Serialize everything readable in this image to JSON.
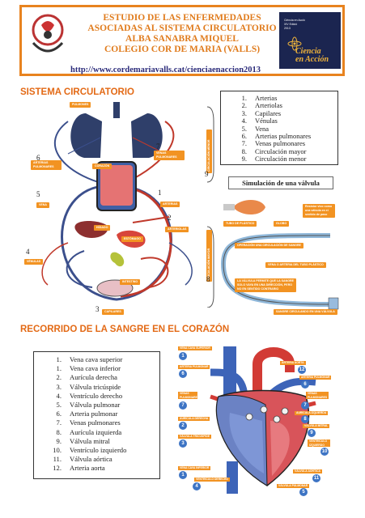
{
  "header": {
    "title_lines": [
      "ESTUDIO DE LAS ENFERMEDADES",
      "ASOCIADAS  AL SISTEMA CIRCULATORIO",
      "ALBA SANABRA MIQUEL",
      "COLEGIO COR DE MARIA (VALLS)"
    ],
    "url": "http://www.cordemariavalls.cat/cienciaenaccion2013",
    "badge_small_text": [
      "Ciència en Acció",
      "XIV Edició",
      "2013"
    ],
    "badge_brand": [
      "Ciencia",
      "en Acción"
    ]
  },
  "section1": {
    "title": "SISTEMA CIRCULATORIO",
    "diagram_tags": {
      "pulmones": "PULMONES",
      "arterias_pulmonares": "ARTERIAS PULMONARES",
      "venas_pulmonares": "VENAS PULMONARES",
      "corazon": "CORAZÓN",
      "vena": "VENA",
      "arterias": "ARTERIAS",
      "arteriolas": "ARTERIOLAS",
      "higado": "HÍGADO",
      "estomago": "ESTÓMAGO",
      "venulas": "VÉNULAS",
      "intestino": "INTESTINO",
      "capilares": "CAPILARES",
      "circ_menor": "CIRCULACIÓN MENOR",
      "circ_mayor": "CIRCULACIÓN MAYOR"
    },
    "numbers": {
      "n1": "1",
      "n2": "2",
      "n3": "3",
      "n4": "4",
      "n5": "5",
      "n6": "6",
      "n7": "7",
      "n8": "8",
      "n9": "9"
    },
    "legend": [
      {
        "n": "1.",
        "label": "Arterias"
      },
      {
        "n": "2.",
        "label": "Arteriolas"
      },
      {
        "n": "3.",
        "label": "Capilares"
      },
      {
        "n": "4.",
        "label": "Vénulas"
      },
      {
        "n": "5.",
        "label": "Vena"
      },
      {
        "n": "6.",
        "label": "Arterias pulmonares"
      },
      {
        "n": "7.",
        "label": "Venas pulmonares"
      },
      {
        "n": "8.",
        "label": "Circulación mayor"
      },
      {
        "n": "9.",
        "label": "Circulación menor"
      }
    ],
    "valve_title": "Simulación de una válvula",
    "valve_tags": {
      "tubo": "TUBO DE PLÁSTICO",
      "globo": "GLOBO",
      "resistor": "Resistor vivo como una válvula en el sentido de paso",
      "operacion": "OPERACIÓN UNA CIRCULACIÓN DE SANGRE",
      "vena_tubo": "VENA O ARTERIA DEL TUBO PLÁSTICO",
      "valvula": "LA VÁLVULA PERMITE QUE LA SANGRE SOLO VAYA EN UNA DIRECCIÓN, PERO NO EN SENTIDO CONTRARIO",
      "sangre": "SANGRE CIRCULANDO EN UNA VÁLVULA"
    }
  },
  "section2": {
    "title": "RECORRIDO DE LA SANGRE EN EL CORAZÓN",
    "legend": [
      {
        "n": "1.",
        "label": "Vena cava superior"
      },
      {
        "n": "1.",
        "label": "Vena cava inferior"
      },
      {
        "n": "2.",
        "label": "Aurícula derecha"
      },
      {
        "n": "3.",
        "label": "Válvula tricúspide"
      },
      {
        "n": "4.",
        "label": "Ventrículo derecho"
      },
      {
        "n": "5.",
        "label": "Válvula pulmonar"
      },
      {
        "n": "6.",
        "label": "Arteria pulmonar"
      },
      {
        "n": "7.",
        "label": "Venas pulmonares"
      },
      {
        "n": "8.",
        "label": "Aurícula izquierda"
      },
      {
        "n": "9.",
        "label": "Válvula mitral"
      },
      {
        "n": "10.",
        "label": "Ventrículo izquierdo"
      },
      {
        "n": "11.",
        "label": "Válvula aórtica"
      },
      {
        "n": "12.",
        "label": "Arteria aorta"
      }
    ],
    "heart_tags": {
      "vcs": "VENA CAVA SUPERIOR",
      "art_pulm_l": "ARTERIA PULMONAR",
      "venas_pulm_l": "VENAS PULMONARES",
      "aur_der": "AURÍCULA DERECHA",
      "valv_tric": "VÁLVULA TRICÚSPIDE",
      "vci": "VENA CAVA INFERIOR",
      "vent_der": "VENTRÍCULO DERECHO",
      "art_aorta": "ARTERIA AORTA",
      "art_pulm_r": "ARTERIA PULMONAR",
      "venas_pulm_r": "VENAS PULMONARES",
      "aur_izq": "AURÍCULA IZQUIERDA",
      "valv_mitral": "VÁLVULA MITRAL",
      "vent_izq": "VENTRÍCULO IZQUIERDO",
      "valv_aortica": "VÁLVULA AÓRTICA",
      "valv_pulm": "VÁLVULA PULMONAR"
    },
    "circle_numbers": {
      "c1a": "1",
      "c6": "6",
      "c7l": "7",
      "c2": "2",
      "c3": "3",
      "c1b": "1",
      "c4": "4",
      "c12": "12",
      "c6r": "6",
      "c7r": "7",
      "c8": "8",
      "c9": "9",
      "c10": "10",
      "c11": "11",
      "c5": "5"
    }
  }
}
